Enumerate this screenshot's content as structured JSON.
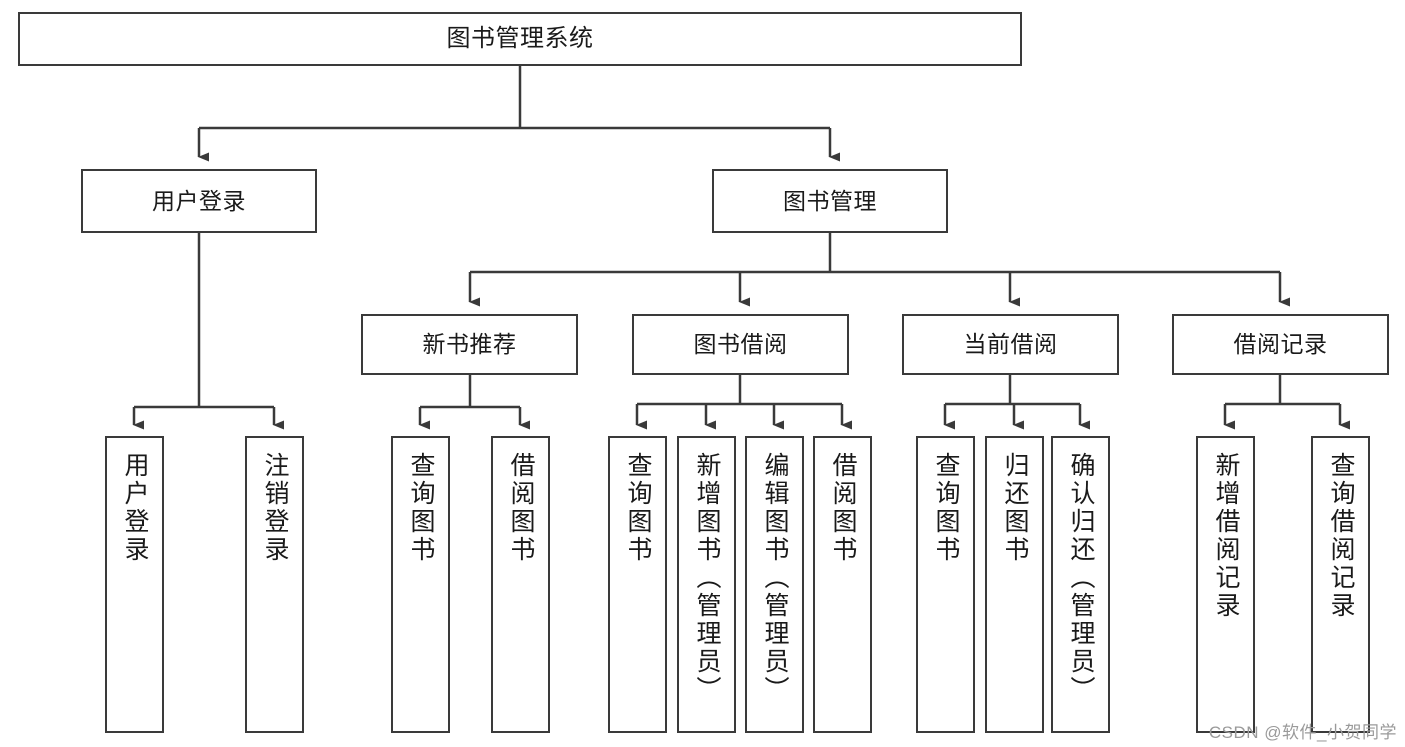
{
  "diagram": {
    "title": "图书管理系统",
    "watermark": "CSDN @软件_小贺同学",
    "levels": {
      "root": {
        "label": "图书管理系统"
      },
      "level2": [
        {
          "label": "用户登录"
        },
        {
          "label": "图书管理"
        }
      ],
      "level3": [
        {
          "label": "新书推荐"
        },
        {
          "label": "图书借阅"
        },
        {
          "label": "当前借阅"
        },
        {
          "label": "借阅记录"
        }
      ],
      "leaves": [
        {
          "label": "用户登录"
        },
        {
          "label": "注销登录"
        },
        {
          "label": "查询图书"
        },
        {
          "label": "借阅图书"
        },
        {
          "label": "查询图书"
        },
        {
          "label": "新增图书（管理员）"
        },
        {
          "label": "编辑图书（管理员）"
        },
        {
          "label": "借阅图书"
        },
        {
          "label": "查询图书"
        },
        {
          "label": "归还图书"
        },
        {
          "label": "确认归还（管理员）"
        },
        {
          "label": "新增借阅记录"
        },
        {
          "label": "查询借阅记录"
        }
      ]
    },
    "colors": {
      "stroke": "#3a3a3a",
      "fill": "#ffffff",
      "text": "#1a1a1a",
      "watermark": "#9a9a9a"
    }
  }
}
